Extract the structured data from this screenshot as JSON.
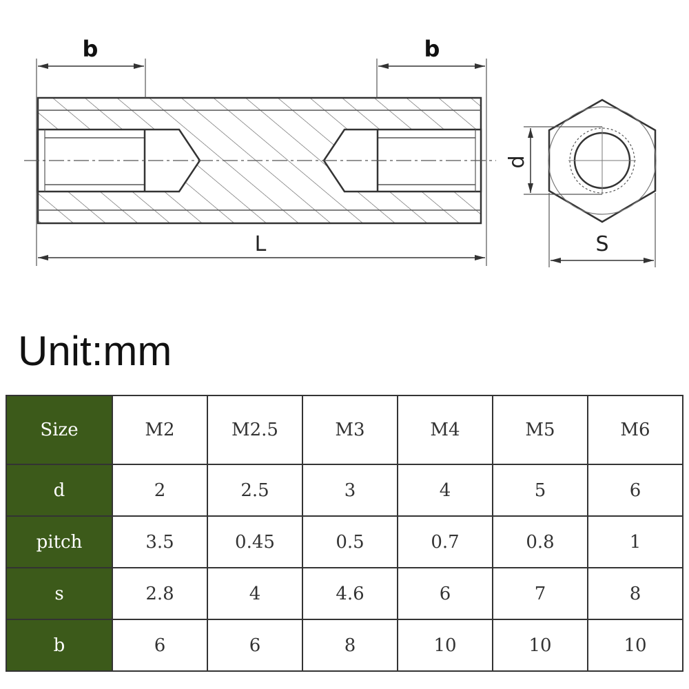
{
  "drawing": {
    "labels": {
      "b_left": "b",
      "b_right": "b",
      "length": "L",
      "diameter": "d",
      "hex_width": "S"
    }
  },
  "unit_title": "Unit:mm",
  "table": {
    "header_label": "Size",
    "sizes": [
      "M2",
      "M2.5",
      "M3",
      "M4",
      "M5",
      "M6"
    ],
    "rows": [
      {
        "label": "d",
        "values": [
          "2",
          "2.5",
          "3",
          "4",
          "5",
          "6"
        ]
      },
      {
        "label": "pitch",
        "values": [
          "3.5",
          "0.45",
          "0.5",
          "0.7",
          "0.8",
          "1"
        ]
      },
      {
        "label": "s",
        "values": [
          "2.8",
          "4",
          "4.6",
          "6",
          "7",
          "8"
        ]
      },
      {
        "label": "b",
        "values": [
          "6",
          "6",
          "8",
          "10",
          "10",
          "10"
        ]
      }
    ]
  },
  "colors": {
    "header_fill": "#3c5a1a",
    "line": "#333333"
  }
}
